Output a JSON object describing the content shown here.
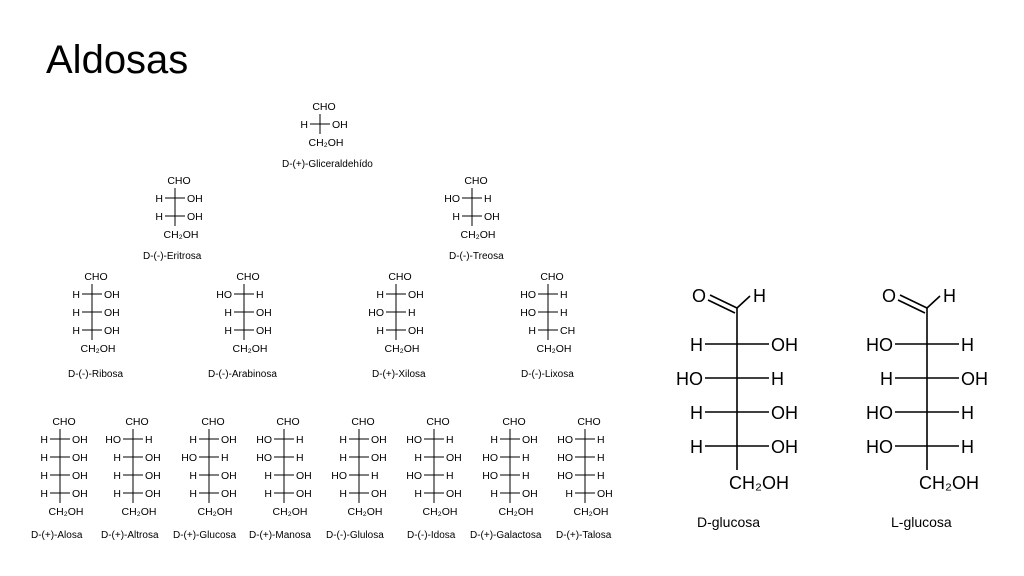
{
  "title": "Aldosas",
  "tree": {
    "gliceraldehido": {
      "name": "D-(+)-Gliceraldehído",
      "top": "CHO",
      "rows": [
        [
          "H",
          "OH"
        ]
      ],
      "bottom": "CH₂OH"
    },
    "tetroses": [
      {
        "name": "D-(-)-Eritrosa",
        "top": "CHO",
        "rows": [
          [
            "H",
            "OH"
          ],
          [
            "H",
            "OH"
          ]
        ],
        "bottom": "CH₂OH"
      },
      {
        "name": "D-(-)-Treosa",
        "top": "CHO",
        "rows": [
          [
            "HO",
            "H"
          ],
          [
            "H",
            "OH"
          ]
        ],
        "bottom": "CH₂OH"
      }
    ],
    "pentoses": [
      {
        "name": "D-(-)-Ribosa",
        "top": "CHO",
        "rows": [
          [
            "H",
            "OH"
          ],
          [
            "H",
            "OH"
          ],
          [
            "H",
            "OH"
          ]
        ],
        "bottom": "CH₂OH"
      },
      {
        "name": "D-(-)-Arabinosa",
        "top": "CHO",
        "rows": [
          [
            "HO",
            "H"
          ],
          [
            "H",
            "OH"
          ],
          [
            "H",
            "OH"
          ]
        ],
        "bottom": "CH₂OH"
      },
      {
        "name": "D-(+)-Xilosa",
        "top": "CHO",
        "rows": [
          [
            "H",
            "OH"
          ],
          [
            "HO",
            "H"
          ],
          [
            "H",
            "OH"
          ]
        ],
        "bottom": "CH₂OH"
      },
      {
        "name": "D-(-)-Lixosa",
        "top": "CHO",
        "rows": [
          [
            "HO",
            "H"
          ],
          [
            "HO",
            "H"
          ],
          [
            "H",
            "CH"
          ]
        ],
        "bottom": "CH₂OH"
      }
    ],
    "hexoses": [
      {
        "name": "D-(+)-Alosa",
        "top": "CHO",
        "rows": [
          [
            "H",
            "OH"
          ],
          [
            "H",
            "OH"
          ],
          [
            "H",
            "OH"
          ],
          [
            "H",
            "OH"
          ]
        ],
        "bottom": "CH₂OH"
      },
      {
        "name": "D-(+)-Altrosa",
        "top": "CHO",
        "rows": [
          [
            "HO",
            "H"
          ],
          [
            "H",
            "OH"
          ],
          [
            "H",
            "OH"
          ],
          [
            "H",
            "OH"
          ]
        ],
        "bottom": "CH₂OH"
      },
      {
        "name": "D-(+)-Glucosa",
        "top": "CHO",
        "rows": [
          [
            "H",
            "OH"
          ],
          [
            "HO",
            "H"
          ],
          [
            "H",
            "OH"
          ],
          [
            "H",
            "OH"
          ]
        ],
        "bottom": "CH₂OH"
      },
      {
        "name": "D-(+)-Manosa",
        "top": "CHO",
        "rows": [
          [
            "HO",
            "H"
          ],
          [
            "HO",
            "H"
          ],
          [
            "H",
            "OH"
          ],
          [
            "H",
            "OH"
          ]
        ],
        "bottom": "CH₂OH"
      },
      {
        "name": "D-(-)-Glulosa",
        "top": "CHO",
        "rows": [
          [
            "H",
            "OH"
          ],
          [
            "H",
            "OH"
          ],
          [
            "HO",
            "H"
          ],
          [
            "H",
            "OH"
          ]
        ],
        "bottom": "CH₂OH"
      },
      {
        "name": "D-(-)-Idosa",
        "top": "CHO",
        "rows": [
          [
            "HO",
            "H"
          ],
          [
            "H",
            "OH"
          ],
          [
            "HO",
            "H"
          ],
          [
            "H",
            "OH"
          ]
        ],
        "bottom": "CH₂OH"
      },
      {
        "name": "D-(+)-Galactosa",
        "top": "CHO",
        "rows": [
          [
            "H",
            "OH"
          ],
          [
            "HO",
            "H"
          ],
          [
            "HO",
            "H"
          ],
          [
            "H",
            "OH"
          ]
        ],
        "bottom": "CH₂OH"
      },
      {
        "name": "D-(+)-Talosa",
        "top": "CHO",
        "rows": [
          [
            "HO",
            "H"
          ],
          [
            "HO",
            "H"
          ],
          [
            "HO",
            "H"
          ],
          [
            "H",
            "OH"
          ]
        ],
        "bottom": "CH₂OH"
      }
    ]
  },
  "glucose_pair": [
    {
      "name": "D-glucosa",
      "top_o": "O",
      "top_h": "H",
      "rows": [
        [
          "H",
          "OH"
        ],
        [
          "HO",
          "H"
        ],
        [
          "H",
          "OH"
        ],
        [
          "H",
          "OH"
        ]
      ],
      "bottom": "CH₂OH"
    },
    {
      "name": "L-glucosa",
      "top_o": "O",
      "top_h": "H",
      "rows": [
        [
          "HO",
          "H"
        ],
        [
          "H",
          "OH"
        ],
        [
          "HO",
          "H"
        ],
        [
          "HO",
          "H"
        ]
      ],
      "bottom": "CH₂OH"
    }
  ]
}
